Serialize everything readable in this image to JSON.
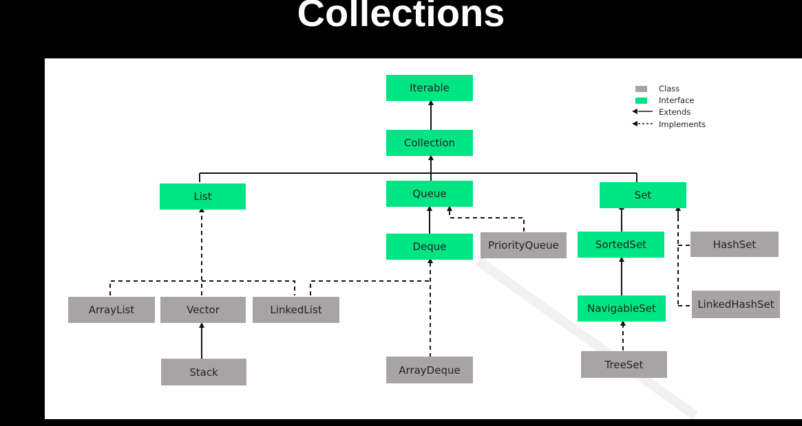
{
  "title": "Collections",
  "colors": {
    "interface": "#00e583",
    "class": "#a8a4a5",
    "line": "#111111"
  },
  "legend": {
    "class_label": "Class",
    "interface_label": "Interface",
    "extends_label": "Extends",
    "implements_label": "Implements"
  },
  "nodes": {
    "iterable": "Iterable",
    "collection": "Collection",
    "list": "List",
    "queue": "Queue",
    "set": "Set",
    "deque": "Deque",
    "priorityqueue": "PriorityQueue",
    "sortedset": "SortedSet",
    "hashset": "HashSet",
    "arraylist": "ArrayList",
    "vector": "Vector",
    "linkedlist": "LinkedList",
    "navigableset": "NavigableSet",
    "linkedhashset": "LinkedHashSet",
    "stack": "Stack",
    "arraydeque": "ArrayDeque",
    "treeset": "TreeSet"
  }
}
